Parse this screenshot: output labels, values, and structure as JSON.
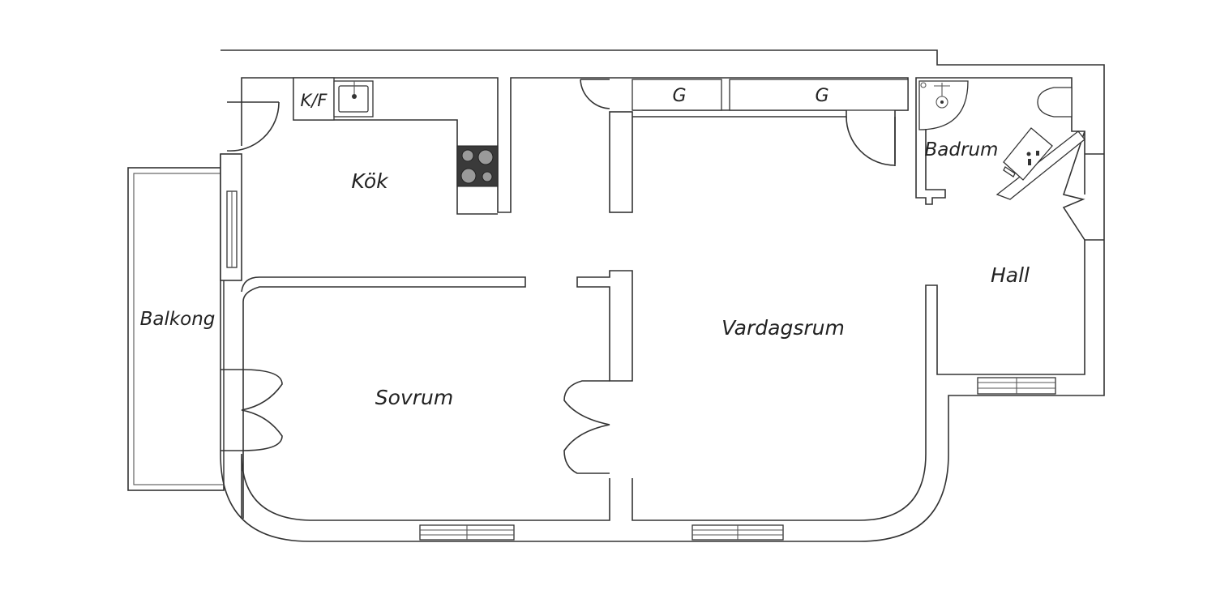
{
  "rooms": {
    "kitchen": "Kök",
    "fridge_freezer": "K/F",
    "wardrobe_1": "G",
    "wardrobe_2": "G",
    "bathroom": "Badrum",
    "hall": "Hall",
    "living_room": "Vardagsrum",
    "bedroom": "Sovrum",
    "balcony": "Balkong"
  },
  "colors": {
    "wall_stroke": "#333333",
    "stove": "#3a3a3a",
    "burner": "#9a9a9a",
    "background": "#ffffff"
  }
}
